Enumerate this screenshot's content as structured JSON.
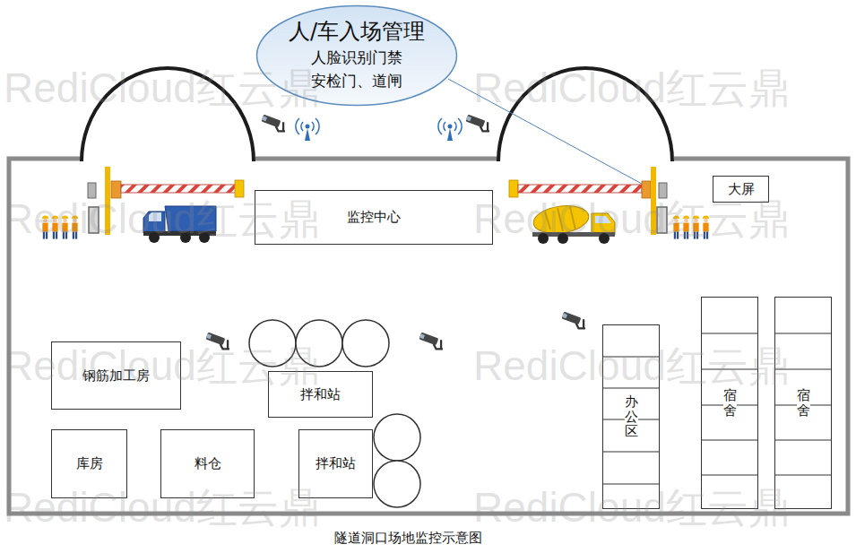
{
  "diagram": {
    "caption": "隧道洞口场地监控示意图",
    "nodes": [
      {
        "text": [
          "人/车入场管理",
          "人脸识别门禁",
          "安检门、道闸"
        ]
      },
      {
        "text": [
          "监控中心"
        ]
      },
      {
        "text": [
          "大屏"
        ]
      },
      {
        "text": [
          "钢筋加工房"
        ]
      },
      {
        "text": [
          "拌和站"
        ]
      },
      {
        "text": [
          "办公区"
        ]
      },
      {
        "text": [
          "宿舍"
        ]
      },
      {
        "text": [
          "宿舍"
        ]
      },
      {
        "text": [
          "库房"
        ]
      },
      {
        "text": [
          "料仓"
        ]
      },
      {
        "text": [
          "拌和站"
        ]
      }
    ],
    "labels": [
      "RediCloud红云鼎",
      "RediCloud红云鼎",
      "RediCloud红云鼎",
      "RediCloud红云鼎",
      "RediCloud红云鼎",
      "RediCloud红云鼎",
      "RediCloud红云鼎",
      "RediCloud红云鼎"
    ]
  }
}
